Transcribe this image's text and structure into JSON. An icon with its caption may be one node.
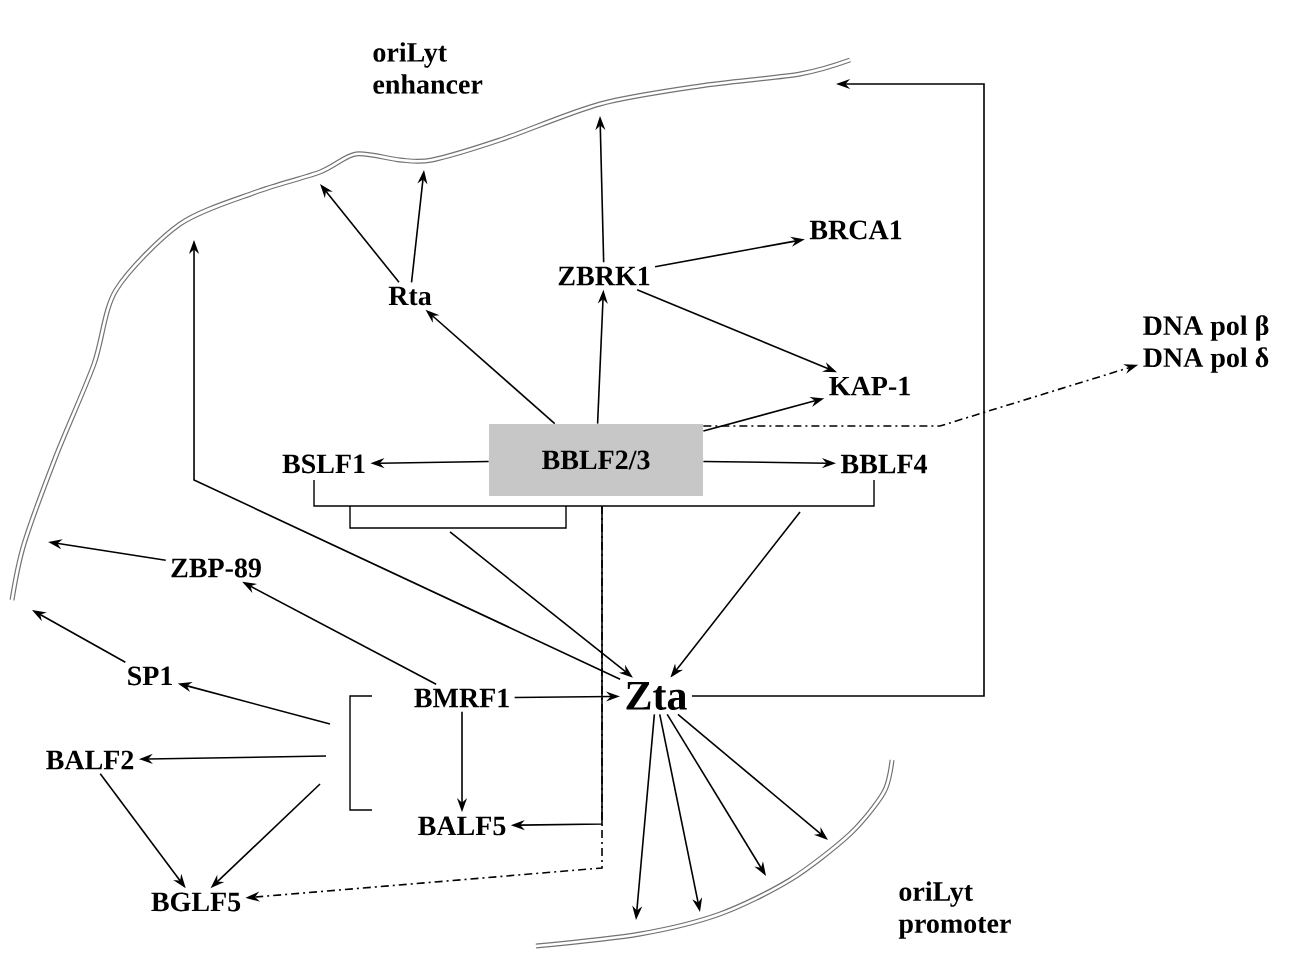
{
  "diagram": {
    "nodes": [
      {
        "text": [
          "Rta"
        ]
      },
      {
        "text": [
          "ZBRK1"
        ]
      },
      {
        "text": [
          "BRCA1"
        ]
      },
      {
        "text": [
          "KAP-1"
        ]
      },
      {
        "text": [
          "DNA pol β",
          "DNA pol δ"
        ]
      },
      {
        "text": [
          "BSLF1"
        ]
      },
      {
        "text": [
          "BBLF2/3"
        ]
      },
      {
        "text": [
          "BBLF4"
        ]
      },
      {
        "text": [
          "ZBP-89"
        ]
      },
      {
        "text": [
          "SP1"
        ]
      },
      {
        "text": [
          "BMRF1"
        ]
      },
      {
        "text": [
          "Zta"
        ]
      },
      {
        "text": [
          "BALF2"
        ]
      },
      {
        "text": [
          "BALF5"
        ]
      },
      {
        "text": [
          "BGLF5"
        ]
      },
      {
        "text": [],
        "shape": "bracket"
      },
      {
        "text": [],
        "shape": "bracket"
      },
      {
        "text": [],
        "shape": "bracket"
      }
    ],
    "edges": [
      {
        "from": 0,
        "to": null,
        "arrow": "to"
      },
      {
        "from": 0,
        "to": null,
        "arrow": "to"
      },
      {
        "from": 1,
        "to": null,
        "arrow": "to"
      },
      {
        "from": 1,
        "to": 2,
        "arrow": "to"
      },
      {
        "from": 1,
        "to": 3,
        "arrow": "to"
      },
      {
        "from": 6,
        "to": 0,
        "arrow": "to"
      },
      {
        "from": 6,
        "to": 1,
        "arrow": "to"
      },
      {
        "from": 6,
        "to": 3,
        "arrow": "to"
      },
      {
        "from": 6,
        "to": 5,
        "arrow": "to"
      },
      {
        "from": 6,
        "to": 7,
        "arrow": "to"
      },
      {
        "from": 6,
        "to": 4,
        "arrow": "to",
        "style": "dashed"
      },
      {
        "from": 11,
        "to": null,
        "arrow": "to"
      },
      {
        "from": 11,
        "to": null,
        "arrow": "to"
      },
      {
        "from": 16,
        "to": 11,
        "arrow": "to"
      },
      {
        "from": 15,
        "to": 11,
        "arrow": "to"
      },
      {
        "from": 15,
        "to": 13,
        "arrow": "to"
      },
      {
        "from": 15,
        "to": 14,
        "arrow": "to",
        "style": "dashed"
      },
      {
        "from": 8,
        "to": null,
        "arrow": "to"
      },
      {
        "from": 9,
        "to": null,
        "arrow": "to"
      },
      {
        "from": 10,
        "to": 8,
        "arrow": "to"
      },
      {
        "from": 10,
        "to": 11,
        "arrow": "to"
      },
      {
        "from": 10,
        "to": 13,
        "arrow": "to"
      },
      {
        "from": 17,
        "to": 9,
        "arrow": "to"
      },
      {
        "from": 17,
        "to": 12,
        "arrow": "to"
      },
      {
        "from": 17,
        "to": 14,
        "arrow": "to"
      },
      {
        "from": 12,
        "to": 14,
        "arrow": "to"
      },
      {
        "from": 11,
        "to": null,
        "arrow": "to"
      },
      {
        "from": 11,
        "to": null,
        "arrow": "to"
      },
      {
        "from": 11,
        "to": null,
        "arrow": "to"
      },
      {
        "from": 11,
        "to": null,
        "arrow": "to"
      }
    ],
    "labels": [
      "oriLyt enhancer",
      "oriLyt promoter"
    ]
  }
}
